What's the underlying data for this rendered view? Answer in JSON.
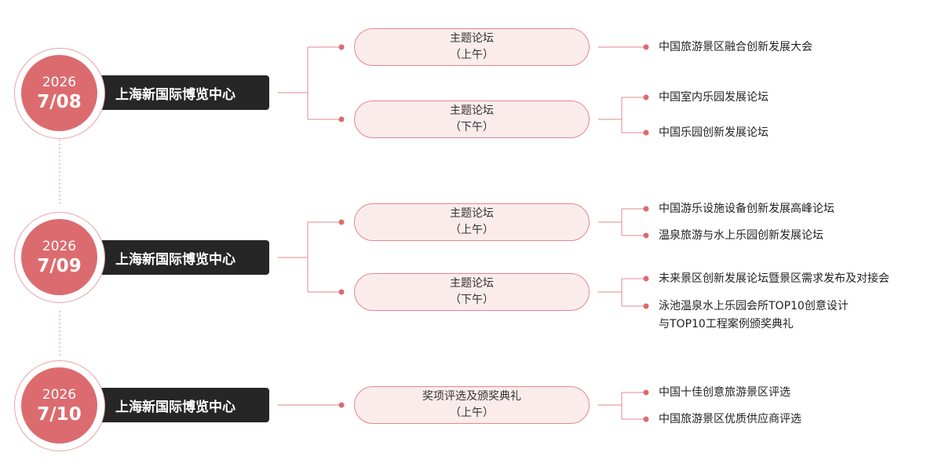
{
  "days": [
    {
      "year": "2026",
      "month_day": "7/08",
      "venue": "上海新国际博览中心",
      "sessions": [
        {
          "title": "主题论坛",
          "time": "（上午）",
          "topics": [
            "中国旅游景区融合创新发展大会"
          ]
        },
        {
          "title": "主题论坛",
          "time": "（下午）",
          "topics": [
            "中国室内乐园发展论坛",
            "中国乐园创新发展论坛"
          ]
        }
      ]
    },
    {
      "year": "2026",
      "month_day": "7/09",
      "venue": "上海新国际博览中心",
      "sessions": [
        {
          "title": "主题论坛",
          "time": "（上午）",
          "topics": [
            "中国游乐设施设备创新发展高峰论坛",
            "温泉旅游与水上乐园创新发展论坛"
          ]
        },
        {
          "title": "主题论坛",
          "time": "（下午）",
          "topics": [
            "未来景区创新发展论坛暨景区需求发布及对接会",
            "泳池温泉水上乐园会所TOP10创意设计",
            "与TOP10工程案例颁奖典礼"
          ]
        }
      ]
    },
    {
      "year": "2026",
      "month_day": "7/10",
      "venue": "上海新国际博览中心",
      "sessions": [
        {
          "title": "奖项评选及颁奖典礼",
          "time": "（上午）",
          "topics": [
            "中国十佳创意旅游景区评选",
            "中国旅游景区优质供应商评选"
          ]
        }
      ]
    }
  ],
  "colors": {
    "accent": "#dc6b6f",
    "line": "#e5878a",
    "pill_fill": "#fbecec",
    "venue_bg": "#262626"
  }
}
